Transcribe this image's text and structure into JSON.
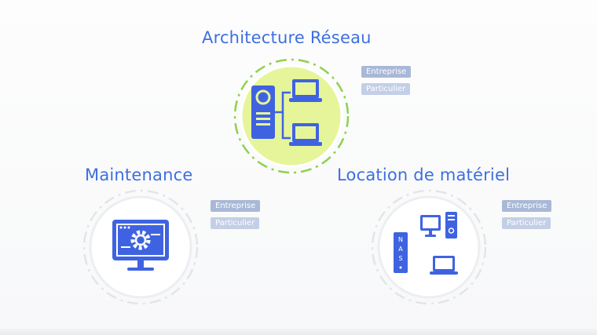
{
  "services": [
    {
      "title": "Architecture Réseau",
      "badges": {
        "enterprise": "Entreprise",
        "individual": "Particulier"
      }
    },
    {
      "title": "Maintenance",
      "badges": {
        "enterprise": "Entreprise",
        "individual": "Particulier"
      }
    },
    {
      "title": "Location de matériel",
      "badges": {
        "enterprise": "Entreprise",
        "individual": "Particulier"
      }
    }
  ],
  "nas_label": "NAS",
  "colors": {
    "accent": "#3d6fe0",
    "icon_blue": "#3f63e0",
    "highlight_fill": "#e6f59a",
    "highlight_ring": "#8fd14f",
    "badge_enterprise": "#a9b8d7",
    "badge_individual": "#c3cfe6"
  }
}
